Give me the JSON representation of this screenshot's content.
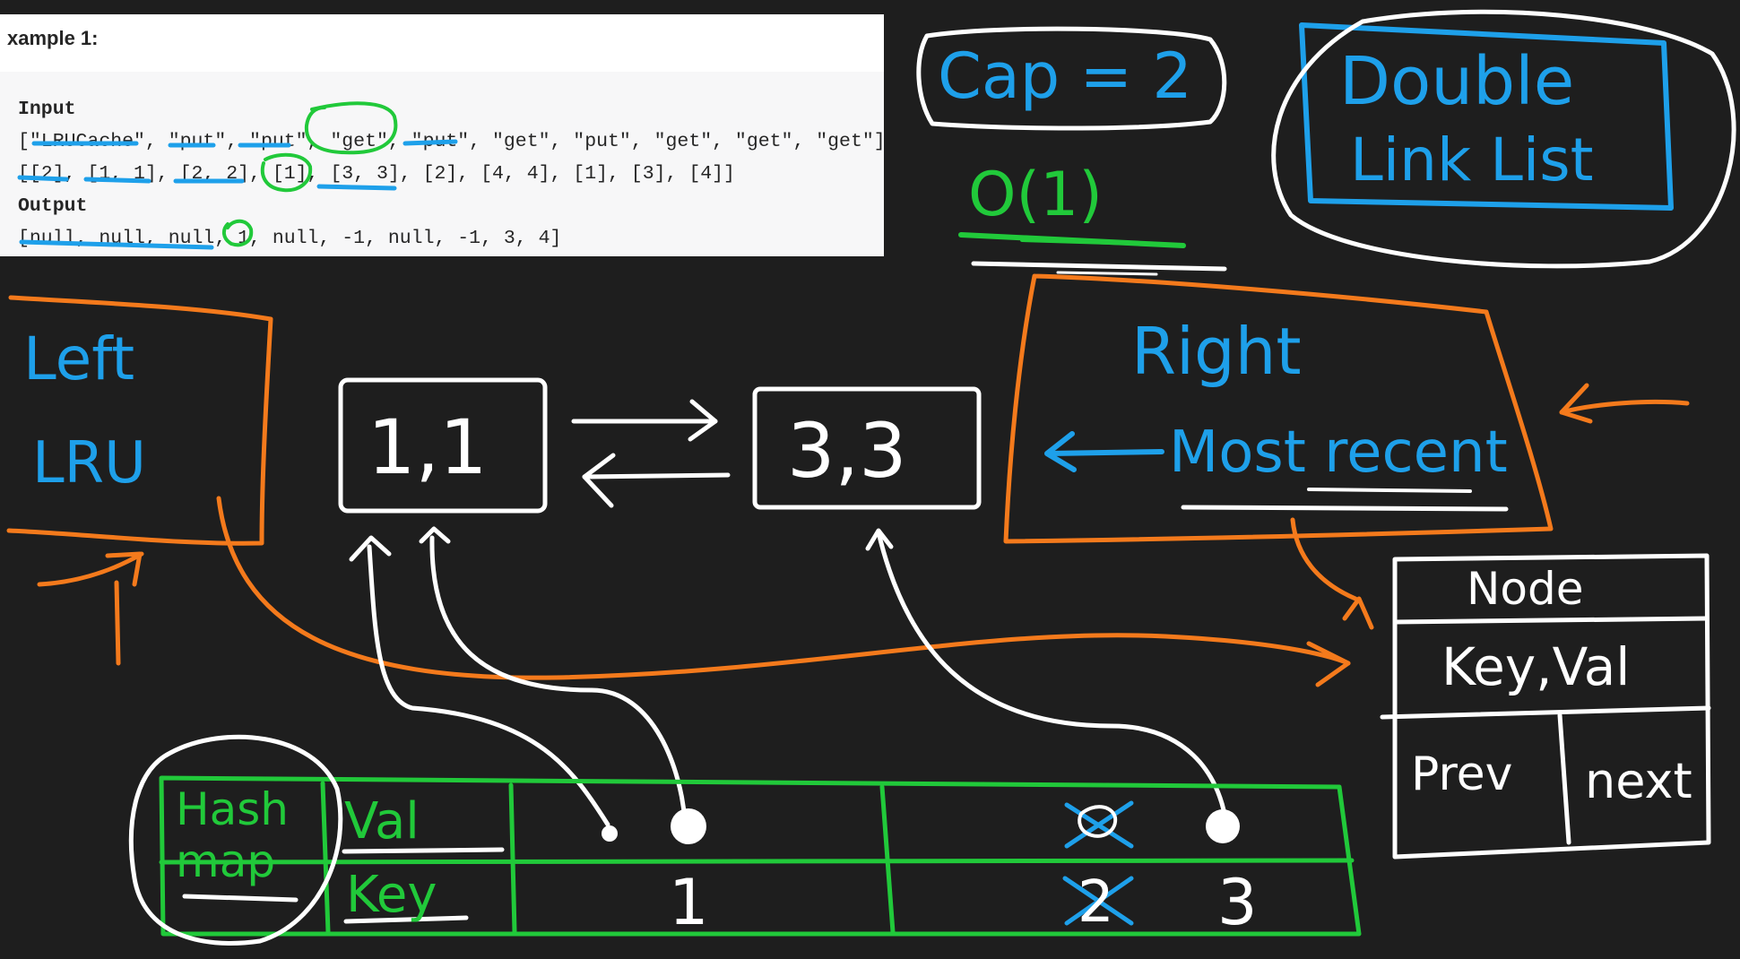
{
  "example": {
    "title": "xample 1:",
    "input_label": "Input",
    "input_ops": "[\"LRUCache\", \"put\", \"put\", \"get\", \"put\", \"get\", \"put\", \"get\", \"get\", \"get\"]",
    "input_args": "[[2], [1, 1], [2, 2], [1], [3, 3], [2], [4, 4], [1], [3], [4]]",
    "output_label": "Output",
    "output_values": "[null, null, null, 1, null, -1, null, -1, 3, 4]"
  },
  "annotations": {
    "cap": "Cap = 2",
    "complexity": "O(1)",
    "structure_line1": "Double",
    "structure_line2": "Link List",
    "left": "Left",
    "lru": "LRU",
    "right": "Right",
    "most_recent": "Most recent",
    "node_a": "1,1",
    "node_b": "3,3",
    "node_title": "Node",
    "node_key_val": "Key,Val",
    "node_prev": "Prev",
    "node_next": "next",
    "hash_map": "Hash map",
    "val_label": "Val",
    "key_label": "Key",
    "key_1": "1",
    "key_crossed": "2",
    "key_3": "3"
  },
  "colors": {
    "background": "#1e1e1e",
    "blue": "#1ea0ea",
    "green": "#21c93a",
    "orange": "#f47a1c",
    "white": "#ffffff"
  }
}
